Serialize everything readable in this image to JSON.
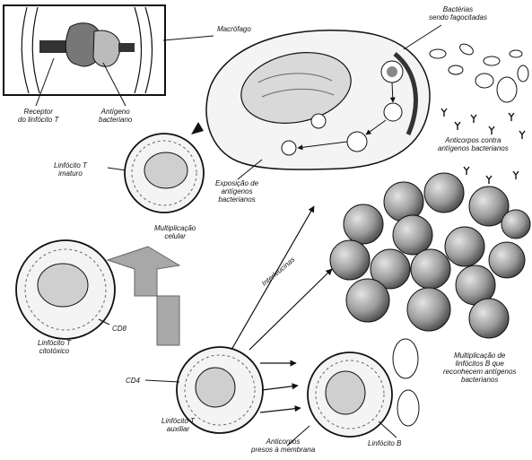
{
  "labels": {
    "macrofago": "Macrófago",
    "bacterias_fagocitadas": "Bactérias\nsendo fagocitadas",
    "receptor": "Receptor\ndo linfócito T",
    "antigeno": "Antígeno\nbacteriano",
    "linfocito_t_imaturo": "Linfócito T\nimaturo",
    "exposicao": "Exposição de\nantígenos\nbacterianos",
    "anticorpos_contra": "Anticorpos contra\nantígenos bacterianos",
    "multiplicacao_celular": "Multiplicação\ncelular",
    "interleucinas": "Interleucinas",
    "linfocito_t_citotoxico": "Linfócito T\ncitotóxico",
    "cd8": "CD8",
    "cd4": "CD4",
    "multiplicacao_b": "Multiplicação de\nlinfócitos B que\nreconhecem antígenos\nbacterianos",
    "linfocito_t_auxiliar": "Linfócito T\nauxiliar",
    "anticorpos_presos": "Anticorpos\npresos à membrana",
    "linfocito_b": "Linfócito B"
  },
  "colors": {
    "ink": "#111111",
    "cell_fill": "#f4f4f4",
    "b_cell_fill": "#9a9a9a",
    "arrow_fill": "#a8a8a8"
  }
}
